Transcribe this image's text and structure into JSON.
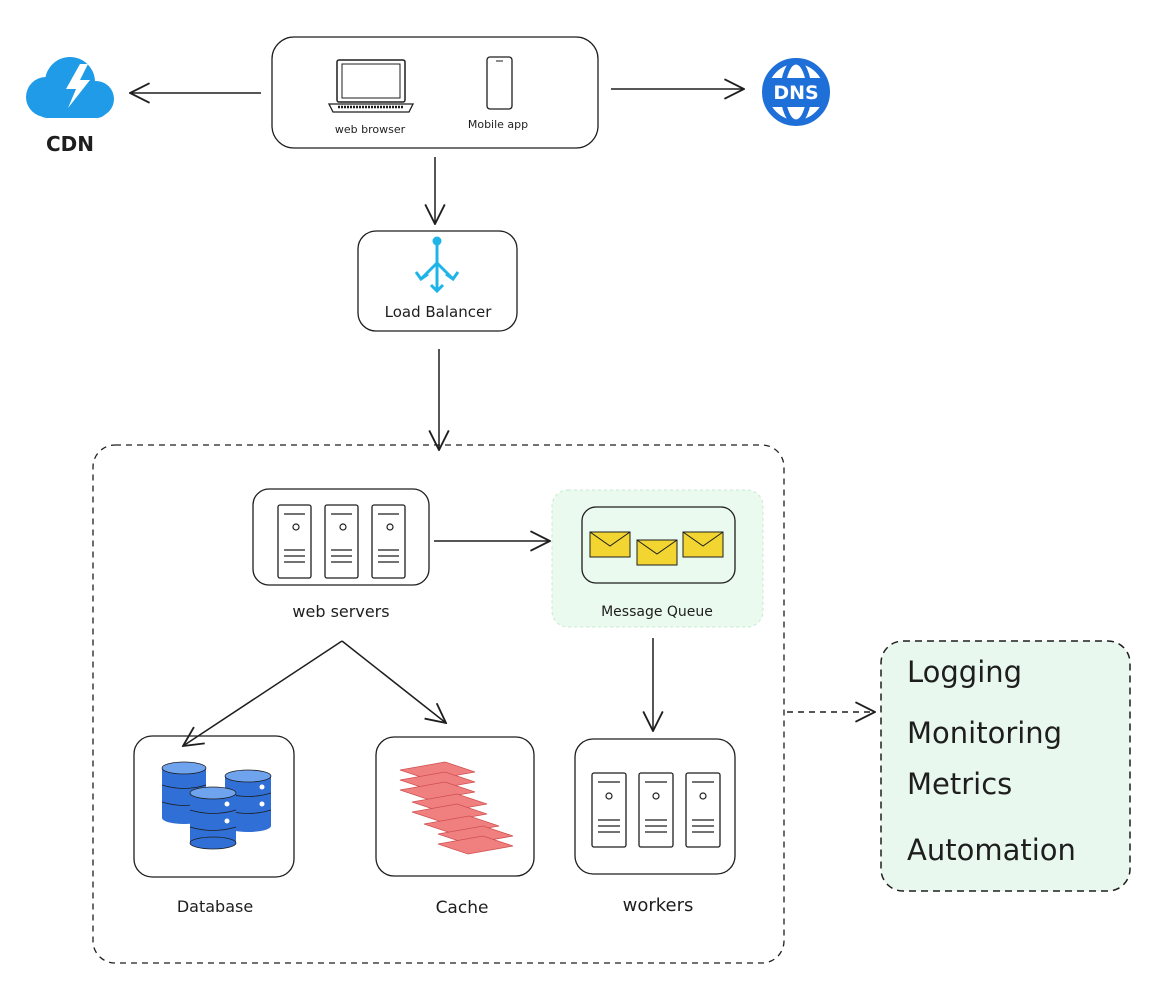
{
  "clients": {
    "web_browser": "web browser",
    "mobile_app": "Mobile app"
  },
  "cdn": {
    "label": "CDN"
  },
  "dns": {
    "label": "DNS"
  },
  "load_balancer": {
    "label": "Load Balancer"
  },
  "web_servers": {
    "label": "web servers"
  },
  "message_queue": {
    "label": "Message Queue"
  },
  "database": {
    "label": "Database"
  },
  "cache": {
    "label": "Cache"
  },
  "workers": {
    "label": "workers"
  },
  "ops_panel": {
    "items": [
      "Logging",
      "Monitoring",
      "Metrics",
      "Automation"
    ]
  },
  "colors": {
    "cdn_blue": "#1f9be8",
    "dns_blue": "#1e6fd8",
    "lb_cyan": "#1fb4e8",
    "db_blue": "#2f6fd6",
    "cache_red": "#f08080",
    "envelope_yellow": "#f2d531",
    "queue_green": "#ebfaef",
    "ops_green": "#e9f8ee"
  }
}
